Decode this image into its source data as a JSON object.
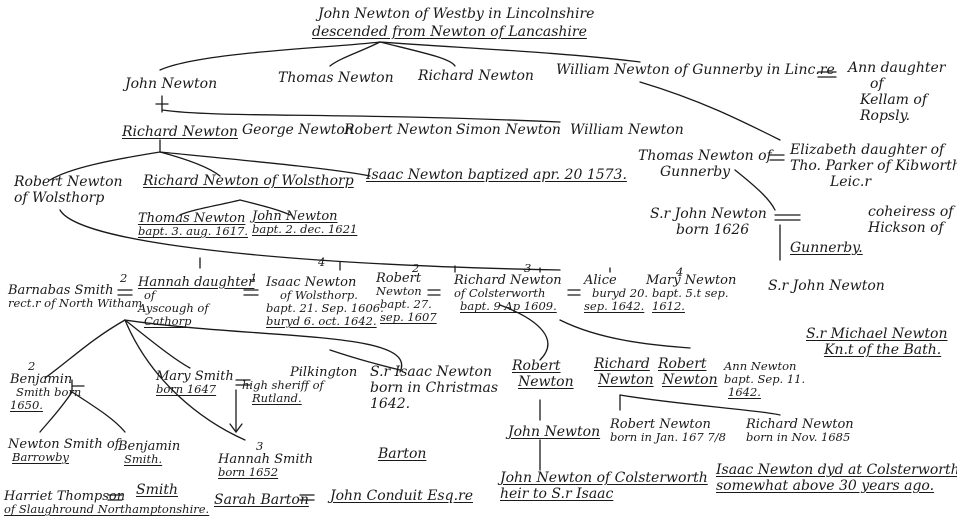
{
  "title": {
    "line1": "John Newton of Westby in Lincolnshire",
    "line2": "descended from Newton of Lancashire"
  },
  "gen1": {
    "john": "John Newton",
    "thomas": "Thomas Newton",
    "richard": "Richard Newton",
    "william": "William Newton of Gunnerby in Linc.re"
  },
  "ann": {
    "l1": "Ann daughter",
    "l2": "of",
    "l3": "Kellam of Ropsly."
  },
  "gen2": {
    "richard": "Richard Newton",
    "george": "George Newton",
    "robert": "Robert Newton",
    "simon": "Simon Newton",
    "william": "William Newton"
  },
  "thomas_gunnerby": {
    "l1": "Thomas Newton of",
    "l2": "Gunnerby"
  },
  "elizabeth": {
    "l1": "Elizabeth daughter of",
    "l2": "Tho. Parker of Kibworth",
    "l3": "Leic.r"
  },
  "gen3": {
    "robert_l1": "Robert Newton",
    "robert_l2": "of Wolsthorp",
    "richard": "Richard Newton of Wolsthorp",
    "isaac": "Isaac Newton baptized apr. 20 1573."
  },
  "sir_john_1626": {
    "l1": "S.r John Newton",
    "l2": "born 1626"
  },
  "coheiress": {
    "l1": "coheiress of",
    "l2": "Hickson of"
  },
  "gunnerby2": "Gunnerby.",
  "sir_john2": "S.r John Newton",
  "sir_michael": {
    "l1": "S.r Michael Newton",
    "l2": "Kn.t of the Bath."
  },
  "thomas_1617": {
    "l1": "Thomas Newton",
    "l2": "bapt. 3. aug. 1617."
  },
  "john_1621": {
    "l1": "John Newton",
    "l2": "bapt. 2. dec. 1621"
  },
  "barnabas": {
    "l1": "Barnabas Smith",
    "l2": "rect.r of North Witham"
  },
  "hannah": {
    "l1": "Hannah daughter",
    "l2": "of",
    "l3": "Ayscough of",
    "l4": "Cathorp"
  },
  "marks": {
    "m2a": "2",
    "m1": "1",
    "m4": "4",
    "m2b": "2",
    "m3": "3",
    "m4b": "4"
  },
  "isaac_father": {
    "l1": "Isaac Newton",
    "l2": "of Wolsthorp.",
    "l3": "bapt. 21. Sep. 1606.",
    "l4": "buryd 6. oct. 1642."
  },
  "robert_1607": {
    "l1": "Robert",
    "l2": "Newton",
    "l3": "bapt. 27.",
    "l4": "sep. 1607"
  },
  "richard_colsterworth": {
    "l1": "Richard Newton",
    "l2": "of Colsterworth",
    "l3": "bapt. 9 Ap 1609."
  },
  "alice": {
    "l1": "Alice",
    "l2": "buryd 20.",
    "l3": "sep. 1642."
  },
  "mary_1612": {
    "l1": "Mary Newton",
    "l2": "bapt. 5.t sep.",
    "l3": "1612."
  },
  "benjamin_1650": {
    "mark": "2",
    "l1": "Benjamin",
    "l2": "Smith born",
    "l3": "1650."
  },
  "mary_smith": {
    "l1": "Mary Smith",
    "l2": "born 1647"
  },
  "pilkington": {
    "l1": "Pilkington",
    "l2": "high sheriff of",
    "l3": "Rutland."
  },
  "sir_isaac": {
    "l1": "S.r Isaac Newton",
    "l2": "born in Christmas",
    "l3": "1642."
  },
  "robert_newton2": {
    "l1": "Robert",
    "l2": "Newton"
  },
  "richard_newton2": {
    "l1": "Richard",
    "l2": "Newton"
  },
  "robert_newton3": {
    "l1": "Robert",
    "l2": "Newton"
  },
  "ann_1642": {
    "l1": "Ann Newton",
    "l2": "bapt. Sep. 11.",
    "l3": "1642."
  },
  "newton_smith": {
    "l1": "Newton Smith of",
    "l2": "Barrowby"
  },
  "benjamin_smith2": {
    "l1": "Benjamin",
    "l2": "Smith."
  },
  "hannah_1652": {
    "l1": "Hannah Smith",
    "l2": "born 1652"
  },
  "barton": "Barton",
  "john_newton3": "John Newton",
  "robert_1678": {
    "l1": "Robert Newton",
    "l2": "born in Jan. 167 7/8"
  },
  "richard_1685": {
    "l1": "Richard Newton",
    "l2": "born in Nov. 1685"
  },
  "isaac_died": {
    "l1": "Isaac Newton dyd at Colsterworth",
    "l2": "somewhat above 30 years ago."
  },
  "harriet": {
    "l1": "Harriet Thompson",
    "l2": "of Slaughround Northamptonshire."
  },
  "smith": "Smith",
  "sarah_barton": "Sarah Barton",
  "john_conduit": "John Conduit Esq.re",
  "john_colsterworth": {
    "l1": "John Newton of Colsterworth",
    "l2": "heir to S.r Isaac"
  },
  "ink_color": "#1a1a1a"
}
